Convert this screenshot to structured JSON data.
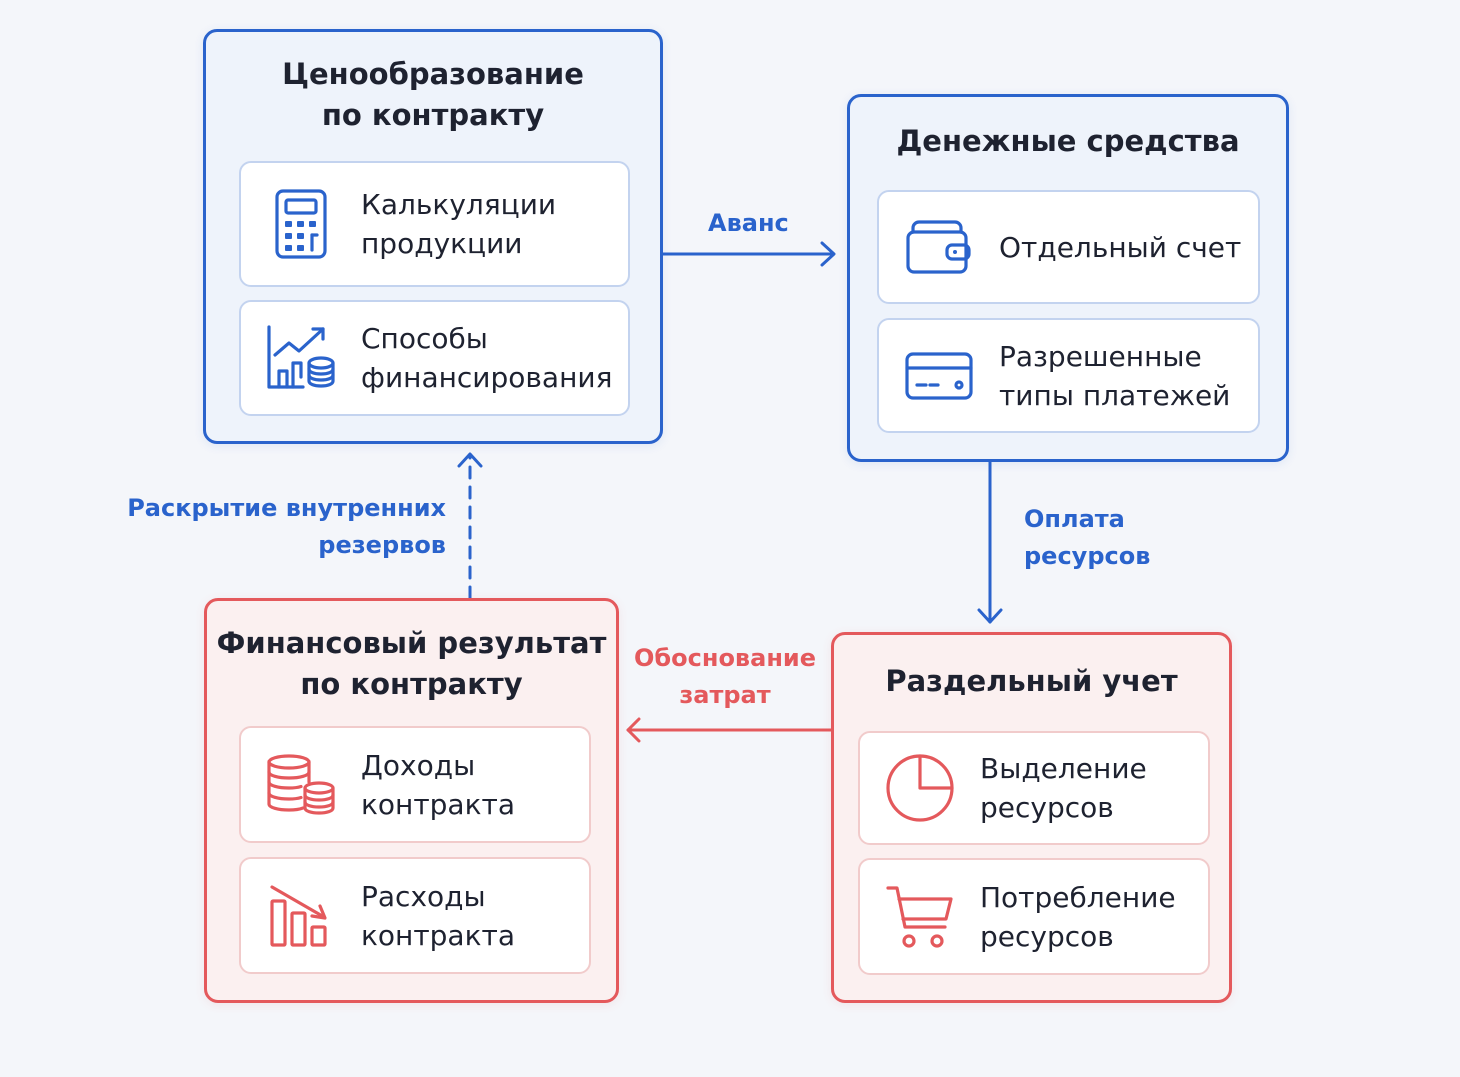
{
  "boxes": {
    "pricing": {
      "title": "Ценообразование\nпо контракту",
      "items": [
        {
          "label": "Калькуляции\nпродукции",
          "icon": "calculator-icon"
        },
        {
          "label": "Способы\nфинансирования",
          "icon": "growth-chart-coins-icon"
        }
      ]
    },
    "funds": {
      "title": "Денежные средства",
      "items": [
        {
          "label": "Отдельный счет",
          "icon": "wallet-icon"
        },
        {
          "label": "Разрешенные\nтипы платежей",
          "icon": "credit-card-icon"
        }
      ]
    },
    "result": {
      "title": "Финансовый результат\nпо контракту",
      "items": [
        {
          "label": "Доходы\nконтракта",
          "icon": "coin-stack-icon"
        },
        {
          "label": "Расходы\nконтракта",
          "icon": "declining-bar-chart-icon"
        }
      ]
    },
    "accounting": {
      "title": "Раздельный учет",
      "items": [
        {
          "label": "Выделение\nресурсов",
          "icon": "pie-chart-icon"
        },
        {
          "label": "Потребление\nресурсов",
          "icon": "shopping-cart-icon"
        }
      ]
    }
  },
  "flows": {
    "advance": "Аванс",
    "payment": "Оплата\nресурсов",
    "justification": "Обоснование\nзатрат",
    "reserves": "Раскрытие внутренних\nрезервов"
  },
  "colors": {
    "blue": "#2a63cc",
    "red": "#e4595c",
    "background": "#f4f6fa"
  }
}
